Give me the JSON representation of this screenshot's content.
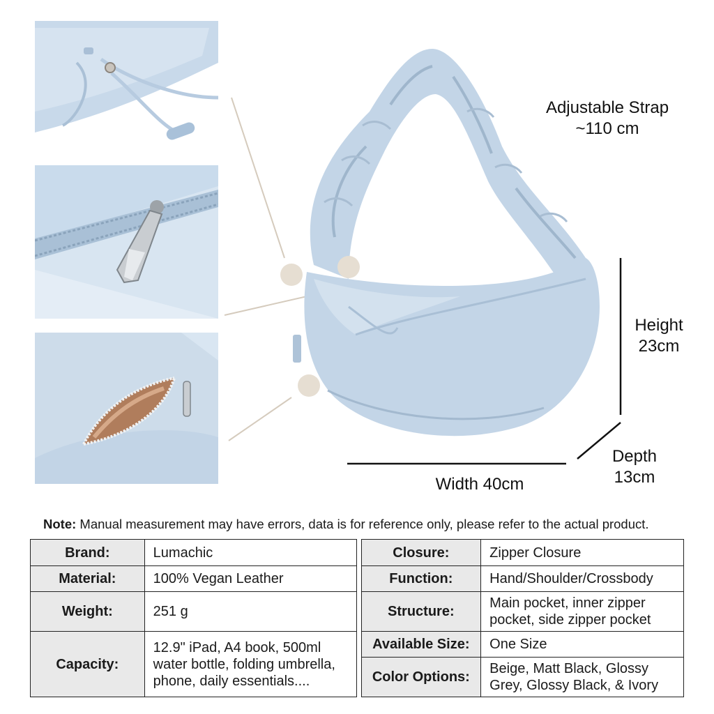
{
  "dimensions": {
    "strap_line1": "Adjustable Strap",
    "strap_line2": "~110 cm",
    "height_line1": "Height",
    "height_line2": "23cm",
    "depth_line1": "Depth",
    "depth_line2": "13cm",
    "width": "Width 40cm"
  },
  "note": {
    "label": "Note:",
    "text": " Manual measurement may have errors, data is for reference only, please refer to the actual product."
  },
  "specs": {
    "brand": {
      "label": "Brand:",
      "value": "Lumachic"
    },
    "material": {
      "label": "Material:",
      "value": "100% Vegan Leather"
    },
    "weight": {
      "label": "Weight:",
      "value": "251 g"
    },
    "capacity": {
      "label": "Capacity:",
      "value": "12.9\" iPad, A4 book, 500ml water bottle, folding umbrella, phone, daily essentials...."
    },
    "closure": {
      "label": "Closure:",
      "value": "Zipper Closure"
    },
    "function": {
      "label": "Function:",
      "value": "Hand/Shoulder/Crossbody"
    },
    "structure": {
      "label": "Structure:",
      "value": "Main pocket, inner zipper pocket, side zipper pocket"
    },
    "available_size": {
      "label": "Available Size:",
      "value": "One Size"
    },
    "color_options": {
      "label": "Color Options:",
      "value": "Beige, Matt Black, Glossy Grey, Glossy Black, & Ivory"
    }
  },
  "colors": {
    "bag": "#c3d5e7",
    "bag_shadow": "#9fb6cc",
    "callout_dot": "#e6ded2",
    "lining": "#b07d5c",
    "table_header_bg": "#e9e9e9"
  },
  "icons": [
    "drawstring-detail-photo",
    "zipper-detail-photo",
    "side-pocket-detail-photo",
    "hobo-bag-photo"
  ]
}
